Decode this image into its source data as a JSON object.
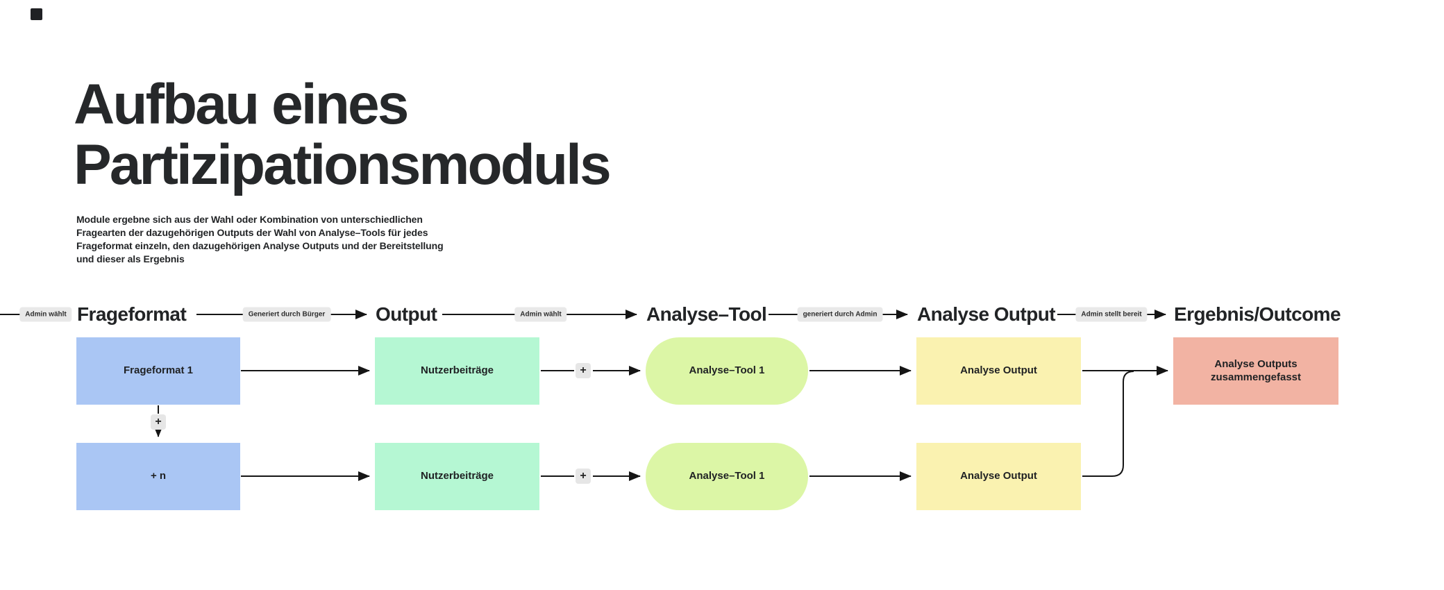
{
  "colors": {
    "background": "#ffffff",
    "ink": "#26282a",
    "line": "#151515",
    "node_frageformat": "#aac6f4",
    "node_output": "#b5f7d3",
    "node_analyse_tool": "#dcf6a6",
    "node_analyse_output": "#faf2b0",
    "node_ergebnis": "#f2b3a3",
    "edge_pill_bg": "#e9e9e9",
    "plus_bg": "#e6e6e6"
  },
  "title": {
    "line1": "Aufbau eines",
    "line2": "Partizipationsmoduls"
  },
  "description": {
    "line1": "Module ergebne sich aus der Wahl oder Kombination von unterschiedlichen",
    "line2": "Fragearten der dazugehörigen Outputs der Wahl von Analyse–Tools für jedes",
    "line3": "Frageformat einzeln, den dazugehörigen Analyse Outputs und der Bereitstellung",
    "line4": "und dieser als Ergebnis"
  },
  "stage_headers": {
    "frageformat": "Frageformat",
    "output": "Output",
    "analyse_tool": "Analyse–Tool",
    "analyse_output": "Analyse Output",
    "ergebnis": "Ergebnis/Outcome"
  },
  "edge_labels": {
    "admin_waehlt_1": "Admin wählt",
    "generiert_durch_buerger": "Generiert durch Bürger",
    "admin_waehlt_2": "Admin wählt",
    "generiert_durch_admin": "generiert durch Admin",
    "admin_stellt_bereit": "Admin stellt bereit"
  },
  "nodes": {
    "frageformat_1": "Frageformat 1",
    "plus_n": "+ n",
    "nutzerbeitraege_1": "Nutzerbeiträge",
    "nutzerbeitraege_2": "Nutzerbeiträge",
    "analyse_tool_1a": "Analyse–Tool 1",
    "analyse_tool_1b": "Analyse–Tool 1",
    "analyse_output_1": "Analyse Output",
    "analyse_output_2": "Analyse Output",
    "ergebnis_line1": "Analyse Outputs",
    "ergebnis_line2": "zusammengefasst"
  },
  "plus_button": "+"
}
